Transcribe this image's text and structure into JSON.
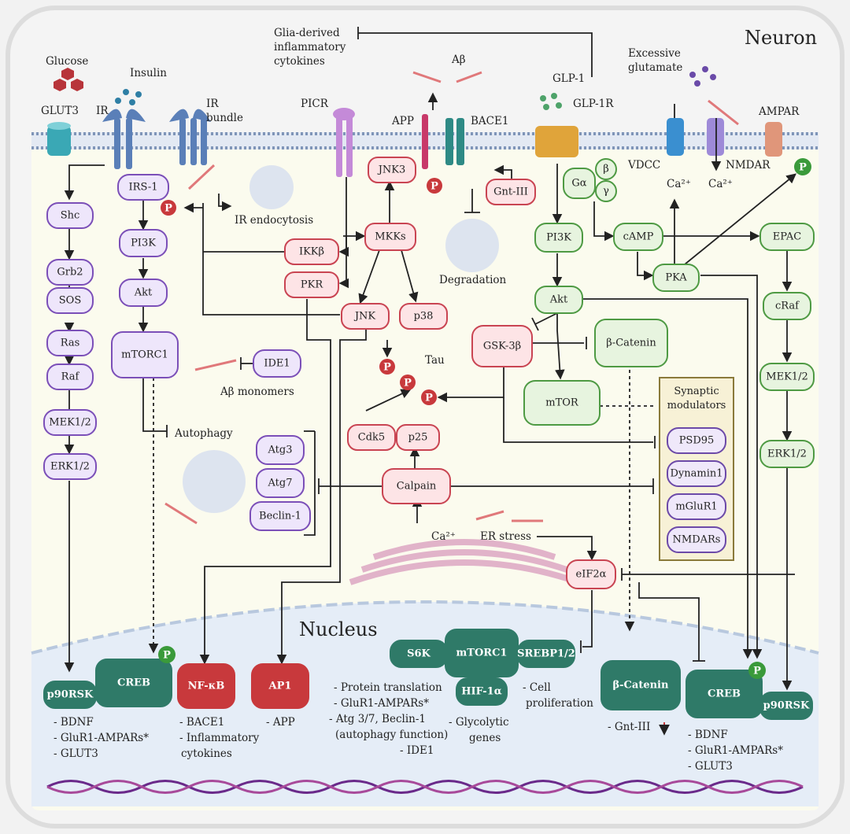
{
  "titles": {
    "neuron": "Neuron",
    "nucleus": "Nucleus"
  },
  "membrane_labels": {
    "glucose": "Glucose",
    "insulin": "Insulin",
    "glut3": "GLUT3",
    "ir": "IR",
    "ir_bundle": "IR\nbundle",
    "picr": "PICR",
    "glia": "Glia-derived\ninflammatory\ncytokines",
    "abeta": "Aβ",
    "app": "APP",
    "bace1": "BACE1",
    "glp1": "GLP-1",
    "glp1r": "GLP-1R",
    "excess_glu": "Excessive\nglutamate",
    "ampar": "AMPAR",
    "vdcc": "VDCC",
    "nmdar": "NMDAR",
    "ca1": "Ca²⁺",
    "ca2": "Ca²⁺",
    "ir_endo": "IR endocytosis",
    "degradation": "Degradation",
    "tau": "Tau",
    "abeta_mono": "Aβ monomers",
    "autophagy": "Autophagy",
    "ca_er": "Ca²⁺",
    "er_stress": "ER stress",
    "p": "P"
  },
  "nodes": {
    "shc": "Shc",
    "grb2": "Grb2",
    "sos": "SOS",
    "ras": "Ras",
    "raf": "Raf",
    "mek_l": "MEK1/2",
    "erk_l": "ERK1/2",
    "irs1": "IRS-1",
    "pi3k_l": "PI3K",
    "akt_l": "Akt",
    "mtorc1_l": "mTORC1",
    "jnk3": "JNK3",
    "mkks": "MKKs",
    "ikkb": "IKKβ",
    "pkr": "PKR",
    "jnk": "JNK",
    "p38": "p38",
    "gntiii": "Gnt-III",
    "ide1": "IDE1",
    "atg3": "Atg3",
    "atg7": "Atg7",
    "beclin1": "Beclin-1",
    "cdk5": "Cdk5",
    "p25": "p25",
    "calpain": "Calpain",
    "gsk3b": "GSK-3β",
    "pi3k_r": "PI3K",
    "akt_r": "Akt",
    "mtor": "mTOR",
    "bcat": "β-Catenin",
    "galpha": "Gα",
    "beta": "β",
    "gamma": "γ",
    "camp": "cAMP",
    "pka": "PKA",
    "epac": "EPAC",
    "craf": "cRaf",
    "mek_r": "MEK1/2",
    "erk_r": "ERK1/2",
    "eif2a": "eIF2α",
    "syn_title": "Synaptic\nmodulators",
    "psd95": "PSD95",
    "dynamin1": "Dynamin1",
    "mglur1": "mGluR1",
    "nmdars": "NMDARs",
    "p90rsk_l": "p90RSK",
    "creb_l": "CREB",
    "nfkb": "NF-κB",
    "ap1": "AP1",
    "s6k": "S6K",
    "mtorc1_n": "mTORC1",
    "srebp": "SREBP1/2",
    "hif1a": "HIF-1α",
    "bcat_n": "β-Catenin",
    "creb_r": "CREB",
    "p90rsk_r": "p90RSK"
  },
  "nucleus_text": {
    "creb_targets": [
      "- BDNF",
      "- GluR1-AMPARs*",
      "- GLUT3"
    ],
    "nfkb_targets": [
      "- BACE1",
      "- Inflammatory",
      "cytokines"
    ],
    "ap1_targets": [
      "- APP"
    ],
    "mtorc1_targets": [
      "- Protein translation",
      "- GluR1-AMPARs*",
      "- Atg 3/7, Beclin-1",
      "(autophagy function)",
      "- IDE1"
    ],
    "hif_targets": [
      "- Glycolytic",
      "genes"
    ],
    "srebp_targets": [
      "- Cell",
      "proliferation"
    ],
    "bcat_targets": [
      "- Gnt-III"
    ],
    "creb_r_targets": [
      "- BDNF",
      "- GluR1-AMPARs*",
      "- GLUT3"
    ]
  },
  "colors": {
    "purple": "#7b4fb8",
    "pink": "#c94452",
    "green": "#4e9a43",
    "teal": "#2f7a68",
    "red": "#c8393c",
    "membrane": "#8fa3c4",
    "cytoplasm": "#fbfbee",
    "nucleus": "#e7eef8"
  }
}
